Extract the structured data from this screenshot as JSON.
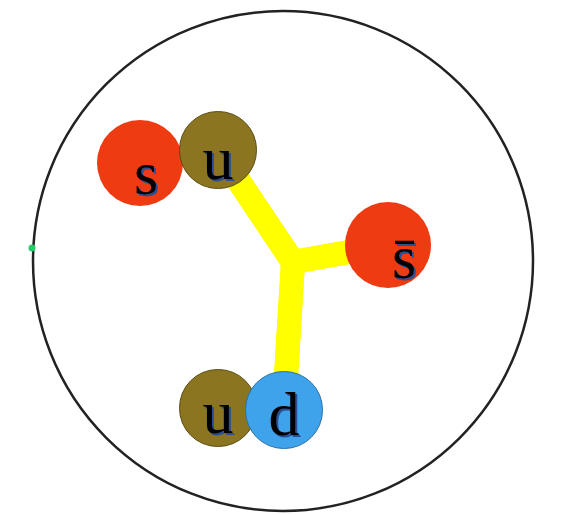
{
  "diagram": {
    "nodes": [
      {
        "text": [
          "s"
        ]
      },
      {
        "text": [
          "u"
        ]
      },
      {
        "text": [
          "s̄"
        ]
      },
      {
        "text": [
          "u"
        ]
      },
      {
        "text": [
          "d"
        ]
      }
    ],
    "edges": [
      {
        "from": 1,
        "to": 2,
        "arrow": "none"
      },
      {
        "from": 1,
        "to": 4,
        "arrow": "none"
      },
      {
        "from": 2,
        "to": 4,
        "arrow": "none"
      }
    ]
  }
}
